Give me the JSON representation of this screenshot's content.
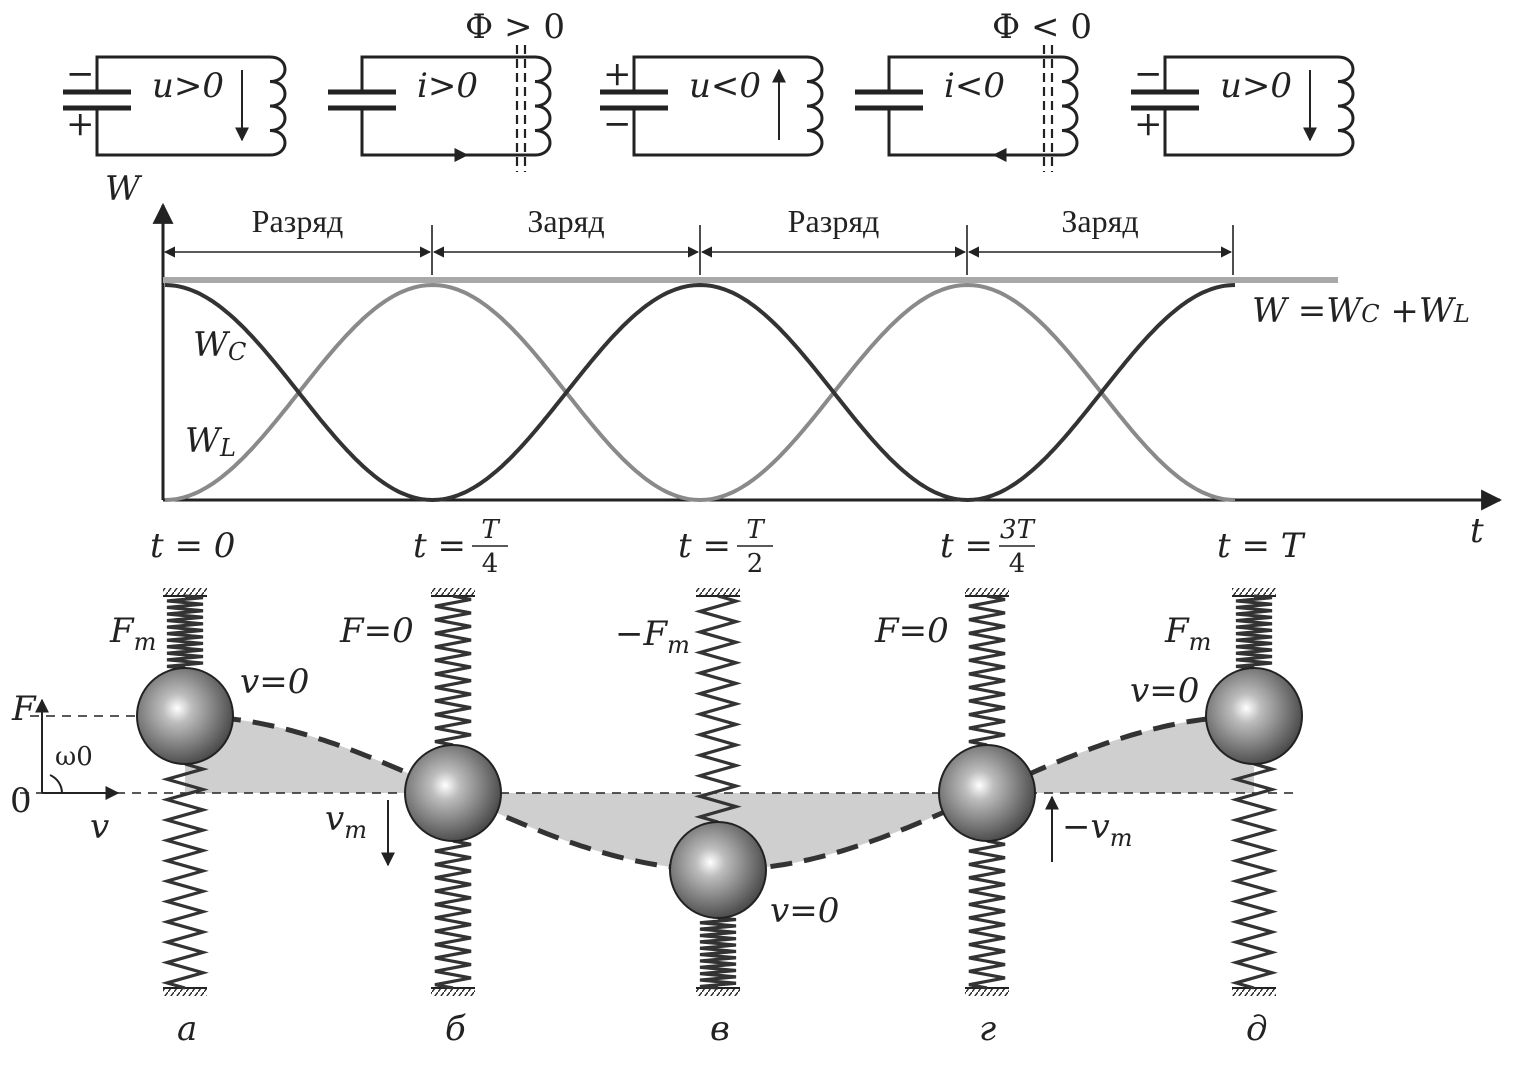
{
  "circuits": [
    {
      "id": "a",
      "top_sign": "−",
      "bottom_sign": "+",
      "label": "u>0",
      "arrow": "down",
      "show_flux": false,
      "current_arrow": "none",
      "flux_label": ""
    },
    {
      "id": "b",
      "top_sign": "",
      "bottom_sign": "",
      "label": "i>0",
      "arrow": "none",
      "show_flux": true,
      "current_arrow": "right",
      "flux_label": "Ф > 0"
    },
    {
      "id": "c",
      "top_sign": "+",
      "bottom_sign": "−",
      "label": "u<0",
      "arrow": "up",
      "show_flux": false,
      "current_arrow": "none",
      "flux_label": ""
    },
    {
      "id": "d",
      "top_sign": "",
      "bottom_sign": "",
      "label": "i<0",
      "arrow": "none",
      "show_flux": true,
      "current_arrow": "left",
      "flux_label": "Ф < 0"
    },
    {
      "id": "e",
      "top_sign": "−",
      "bottom_sign": "+",
      "label": "u>0",
      "arrow": "down",
      "show_flux": false,
      "current_arrow": "none",
      "flux_label": ""
    }
  ],
  "graph": {
    "y_axis_label": "W",
    "x_axis_label": "t",
    "phases": [
      "Разряд",
      "Заряд",
      "Разряд",
      "Заряд"
    ],
    "total_label": "W =WC +WL",
    "wc_label": "WC",
    "wl_label": "WL",
    "colors": {
      "wc": "#333333",
      "wl": "#8a8a8a",
      "total": "#a8a8a8"
    }
  },
  "time_labels": [
    {
      "prefix": "t = 0",
      "num": "",
      "den": ""
    },
    {
      "prefix": "t =",
      "num": "T",
      "den": "4"
    },
    {
      "prefix": "t =",
      "num": "T",
      "den": "2"
    },
    {
      "prefix": "t =",
      "num": "3T",
      "den": "4"
    },
    {
      "prefix": "t = T",
      "num": "",
      "den": ""
    }
  ],
  "springs": {
    "force_labels": [
      "Fm",
      "F=0",
      "−Fm",
      "F=0",
      "Fm"
    ],
    "velocity_labels": [
      "v=0",
      "vm",
      "v=0",
      "−vm",
      "v=0"
    ],
    "mass_offsets": [
      1,
      0,
      -1,
      0,
      1
    ],
    "letters": [
      "а",
      "б",
      "в",
      "г",
      "д"
    ],
    "axis": {
      "f_label": "F",
      "zero_label": "0",
      "omega_label": "ω0",
      "v_label": "v"
    },
    "colors": {
      "shading": "#cfcfcf",
      "ball": "#6e6e6e"
    }
  }
}
